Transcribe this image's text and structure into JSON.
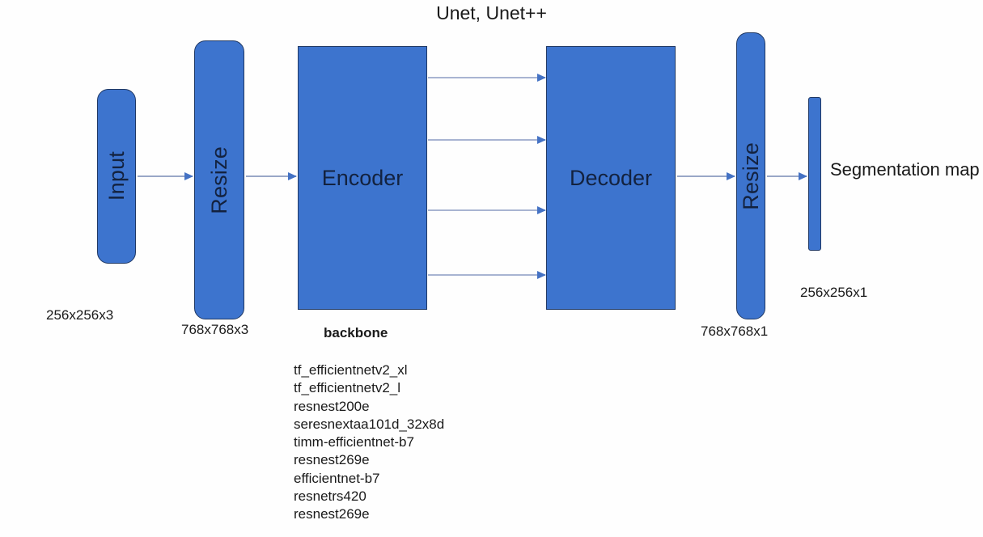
{
  "diagram": {
    "title": "Unet, Unet++",
    "accent_color": "#3d74ce",
    "border_color": "#1f3864",
    "arrow_color": "#4472c4",
    "text_color": "#1a1a1a"
  },
  "blocks": {
    "input": {
      "label": "Input",
      "dim": "256x256x3"
    },
    "resize_in": {
      "label": "Resize",
      "dim": "768x768x3"
    },
    "encoder": {
      "label": "Encoder"
    },
    "decoder": {
      "label": "Decoder"
    },
    "resize_out": {
      "label": "Resize",
      "dim": "768x768x1"
    },
    "segmentation_map": {
      "label": "Segmentation map",
      "dim": "256x256x1"
    }
  },
  "backbone": {
    "heading": "backbone",
    "items": [
      "tf_efficientnetv2_xl",
      "tf_efficientnetv2_l",
      "resnest200e",
      "seresnextaa101d_32x8d",
      "timm-efficientnet-b7",
      "resnest269e",
      "efficientnet-b7",
      "resnetrs420",
      "resnest269e"
    ]
  }
}
